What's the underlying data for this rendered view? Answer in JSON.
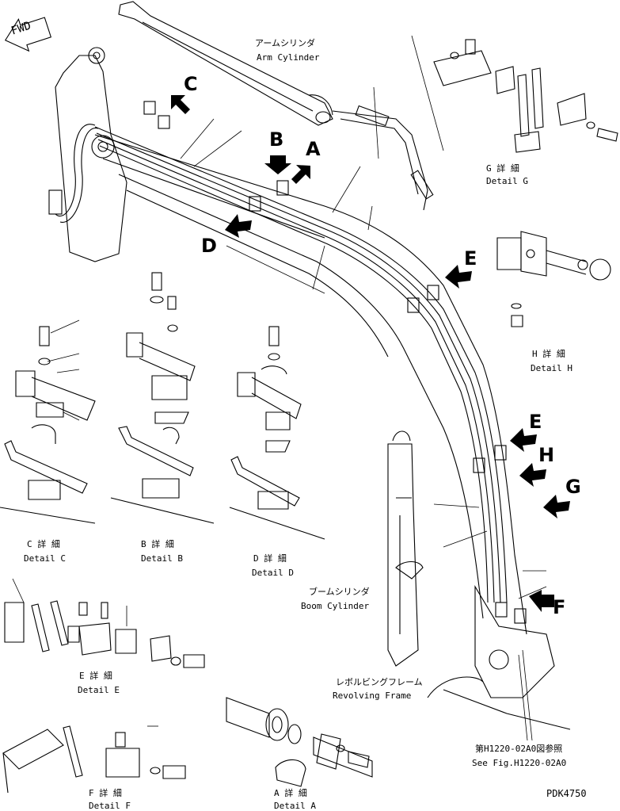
{
  "figure_id": "PDK4750",
  "fwd_label": "FWD",
  "callouts": {
    "arm_cylinder": {
      "jp": "アームシリンダ",
      "en": "Arm Cylinder"
    },
    "boom_cylinder": {
      "jp": "ブームシリンダ",
      "en": "Boom Cylinder"
    },
    "revolving_frame": {
      "jp": "レボルビングフレーム",
      "en": "Revolving Frame"
    },
    "see_fig": {
      "jp": "第H1220-02A0図参照",
      "en": "See Fig.H1220-02A0"
    }
  },
  "markers": {
    "a": "A",
    "b": "B",
    "c": "C",
    "d": "D",
    "e1": "E",
    "e2": "E",
    "f": "F",
    "g": "G",
    "h": "H"
  },
  "details": {
    "c": {
      "jp": "C 詳 細",
      "en": "Detail C"
    },
    "b": {
      "jp": "B 詳 細",
      "en": "Detail B"
    },
    "d": {
      "jp": "D 詳 細",
      "en": "Detail D"
    },
    "e": {
      "jp": "E 詳 細",
      "en": "Detail E"
    },
    "f": {
      "jp": "F 詳 細",
      "en": "Detail F"
    },
    "a": {
      "jp": "A 詳 細",
      "en": "Detail A"
    },
    "g": {
      "jp": "G 詳 細",
      "en": "Detail G"
    },
    "h": {
      "jp": "H 詳 細",
      "en": "Detail H"
    }
  }
}
